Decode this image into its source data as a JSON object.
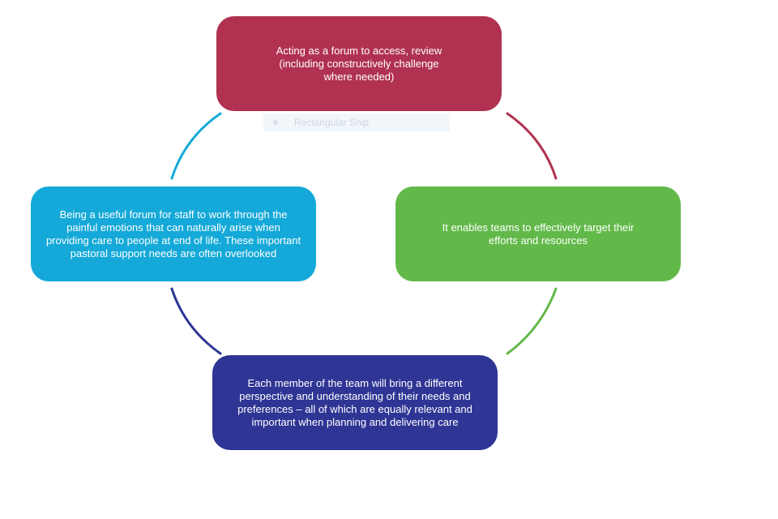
{
  "colors": {
    "top": "#b03250",
    "right": "#62b94a",
    "bottom": "#2e3594",
    "left": "#14a9d8"
  },
  "nodes": {
    "top": {
      "text": "Acting as a forum to access, review (including constructively challenge where needed)"
    },
    "right": {
      "text": "It enables teams to effectively target their efforts and resources"
    },
    "bottom": {
      "text": "Each member of the team will bring a different perspective and understanding of their needs and preferences – all of which are equally relevant and important when planning and delivering care"
    },
    "left": {
      "text": "Being a useful forum for staff to work through the painful emotions that can naturally arise when providing care to people at end of life. These important pastoral support needs are often overlooked"
    }
  },
  "ghost_label": "Rectangular Snip"
}
